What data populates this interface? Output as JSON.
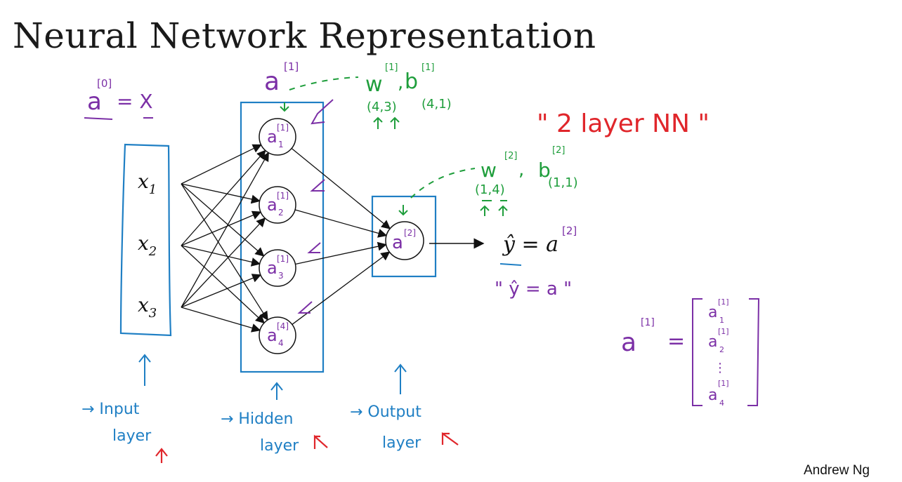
{
  "title": "Neural Network Representation",
  "author": "Andrew Ng",
  "colors": {
    "text": "#1a1a1a",
    "blue": "#1f7fc4",
    "purple": "#7b2fa6",
    "green": "#1f9e3c",
    "red": "#e0262b"
  },
  "inputs": [
    {
      "base": "x",
      "sub": "1"
    },
    {
      "base": "x",
      "sub": "2"
    },
    {
      "base": "x",
      "sub": "3"
    }
  ],
  "hidden_nodes": [
    {
      "base": "a",
      "sup": "[1]",
      "sub": "1"
    },
    {
      "base": "a",
      "sup": "[1]",
      "sub": "2"
    },
    {
      "base": "a",
      "sup": "[1]",
      "sub": "3"
    },
    {
      "base": "a",
      "sup": "[4]",
      "sub": "4"
    }
  ],
  "output_node": {
    "base": "a",
    "sup": "[2]"
  },
  "notes": {
    "a0": {
      "base": "a",
      "sup": "[0]",
      "rhs": "= X"
    },
    "a1_label": {
      "base": "a",
      "sup": "[1]"
    },
    "w1": {
      "w": "w",
      "w_sup": "[1]",
      "b": "b",
      "b_sup": "[1]",
      "comma": ",",
      "w_dim": "(4,3)",
      "b_dim": "(4,1)"
    },
    "w2": {
      "w": "w",
      "w_sup": "[2]",
      "b": "b",
      "b_sup": "[2]",
      "comma": ",",
      "w_dim": "(1,4)",
      "b_dim": "(1,1)"
    },
    "two_layer": "\" 2 layer NN \"",
    "yhat": {
      "lhs": "ŷ = a",
      "sup": "[2]"
    },
    "yhat_quote": "\" ŷ = a \"",
    "vector": {
      "lhs": "a",
      "lhs_sup": "[1]",
      "eq": "=",
      "entries": [
        {
          "base": "a",
          "sup": "[1]",
          "sub": "1"
        },
        {
          "base": "a",
          "sup": "[1]",
          "sub": "2"
        },
        {
          "base": "⋮",
          "sup": "",
          "sub": ""
        },
        {
          "base": "a",
          "sup": "[1]",
          "sub": "4"
        }
      ]
    }
  },
  "layer_labels": [
    {
      "line1": "→ Input",
      "line2": "layer"
    },
    {
      "line1": "→ Hidden",
      "line2": "layer"
    },
    {
      "line1": "→ Output",
      "line2": "layer"
    }
  ],
  "icons": {
    "up_arrows": "up-arrow-icon",
    "red_markers": "caret-icon"
  }
}
